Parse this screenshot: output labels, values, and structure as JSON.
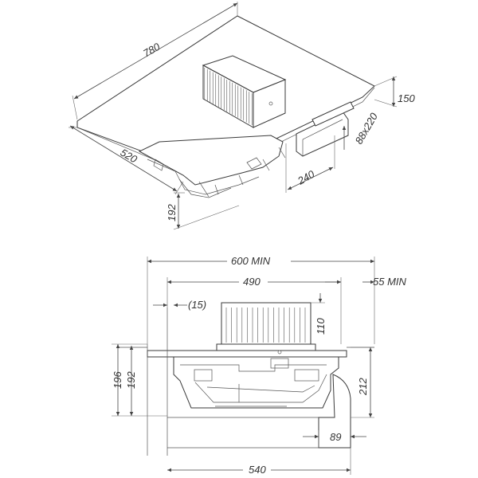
{
  "top_view": {
    "dim_width": "780",
    "dim_depth": "520",
    "dim_height": "192",
    "dim_duct_height": "150",
    "dim_duct_size": "88x220",
    "dim_duct_offset": "240"
  },
  "side_view": {
    "dim_600_min": "600 MIN",
    "dim_490": "490",
    "dim_55_min": "55 MIN",
    "dim_15": "(15)",
    "dim_110": "110",
    "dim_196": "196",
    "dim_192": "192",
    "dim_212": "212",
    "dim_89": "89",
    "dim_540": "540"
  },
  "colors": {
    "line": "#3a3a3a",
    "text": "#333333"
  }
}
